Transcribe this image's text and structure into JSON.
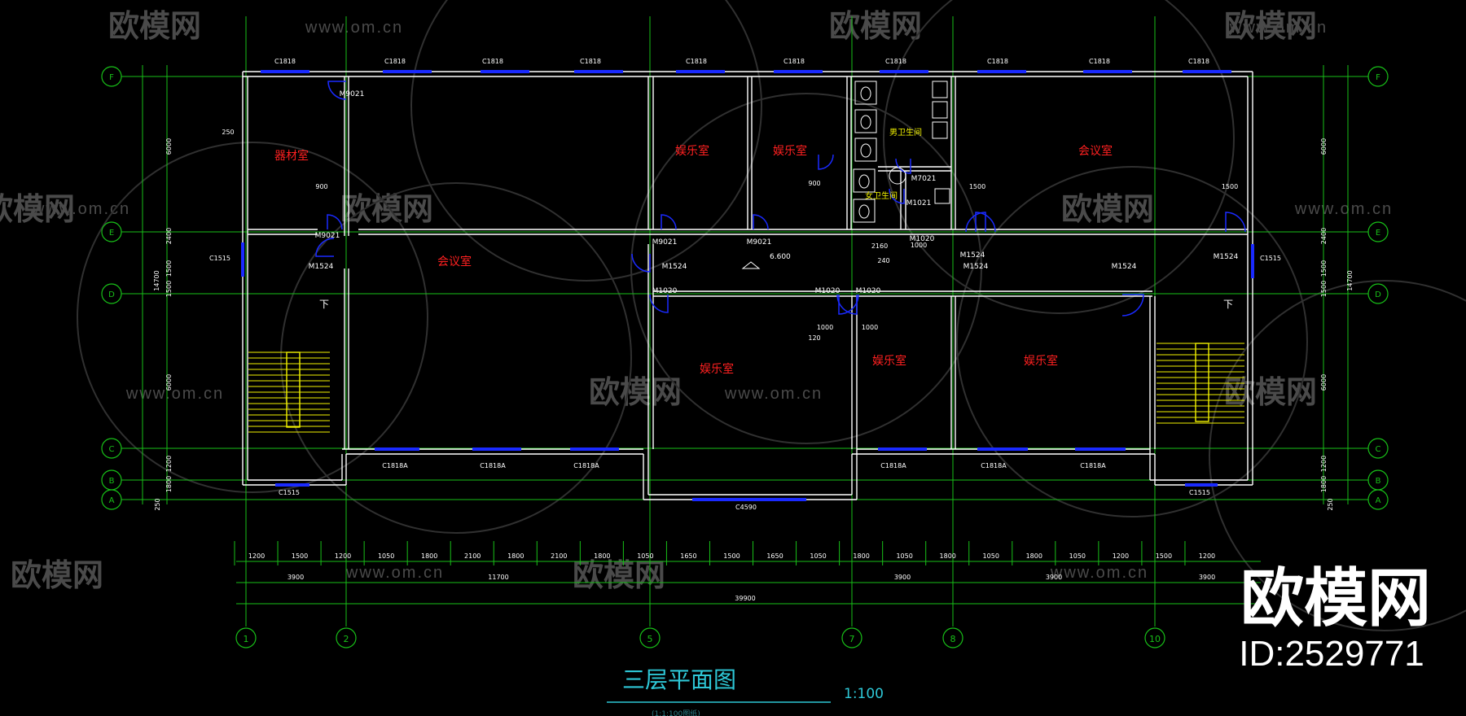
{
  "drawing": {
    "title": "三层平面图",
    "scale": "1:100",
    "subtitle_faint": "(1:1:100图纸)",
    "elevation_mark": "6.600"
  },
  "watermark": {
    "brand": "欧模网",
    "url": "www.om.cn",
    "id_text": "ID:2529771"
  },
  "axes": {
    "columns": [
      "1",
      "2",
      "5",
      "7",
      "8",
      "10"
    ],
    "rows": [
      "F",
      "E",
      "D",
      "C",
      "B",
      "A"
    ]
  },
  "rooms": [
    "器材室",
    "会议室",
    "娱乐室",
    "娱乐室",
    "会议室",
    "娱乐室",
    "娱乐室",
    "娱乐室",
    "男卫生间",
    "女卫生间"
  ],
  "doors": [
    "M9021",
    "M9021",
    "M1524",
    "M9021",
    "M1524",
    "M9021",
    "M1020",
    "M1020",
    "M1020",
    "M7021",
    "M1021",
    "M1020",
    "M1524",
    "M1524",
    "M1524",
    "M1524"
  ],
  "windows": [
    "C1818",
    "C1818",
    "C1818",
    "C1818",
    "C1818",
    "C1818",
    "C1818",
    "C1818",
    "C1818",
    "C1818",
    "C1515",
    "C1515",
    "C1818A",
    "C1818A",
    "C1818A",
    "C4590",
    "C1818A",
    "C1818A",
    "C1818A",
    "C1515",
    "C1515"
  ],
  "dimensions": {
    "bottom_row1": [
      "1200",
      "1500",
      "1200",
      "1050",
      "1800",
      "2100",
      "1800",
      "2100",
      "1800",
      "1050",
      "1650",
      "1500",
      "1650",
      "1050",
      "1800",
      "1050",
      "1800",
      "1050",
      "1800",
      "1050",
      "1200",
      "1500",
      "1200"
    ],
    "bottom_row2": [
      "3900",
      "11700",
      "3900",
      "3900",
      "3900"
    ],
    "bottom_total": "39900",
    "left_side": [
      "6000",
      "2400",
      "1500",
      "1500",
      "6000",
      "1200",
      "1800",
      "250",
      "14700"
    ],
    "right_side": [
      "6000",
      "2400",
      "1500",
      "1500",
      "6000",
      "1200",
      "1800",
      "250",
      "14700"
    ],
    "misc": [
      "900",
      "900",
      "1500",
      "1500",
      "1000",
      "1000",
      "2160",
      "1000",
      "240",
      "120",
      "250"
    ]
  }
}
